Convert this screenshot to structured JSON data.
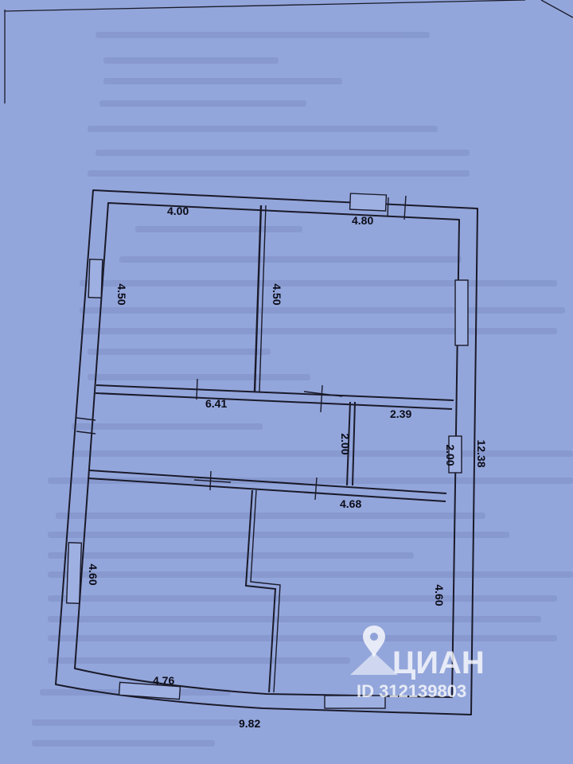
{
  "colors": {
    "paper": "#8fa2d8",
    "paper_light": "#9aabdf",
    "wall": "#1a1a2a",
    "watermark": "#ffffff"
  },
  "plan": {
    "dimensions": {
      "room1_width": "4.00",
      "room1_height": "4.50",
      "room2_width": "4.80",
      "room2_height": "4.50",
      "corridor_width": "6.41",
      "corridor_height": "2.00",
      "small_room_width": "2.39",
      "small_room_height": "2.00",
      "total_height": "12.38",
      "room3_height": "4.60",
      "room3_width": "4.76",
      "room4_width": "4.68",
      "room4_height": "4.60",
      "total_width": "9.82"
    }
  },
  "watermark": {
    "brand": "ЦИАН",
    "listing_id": "ID 312139803",
    "icon": "location-pin-icon"
  }
}
